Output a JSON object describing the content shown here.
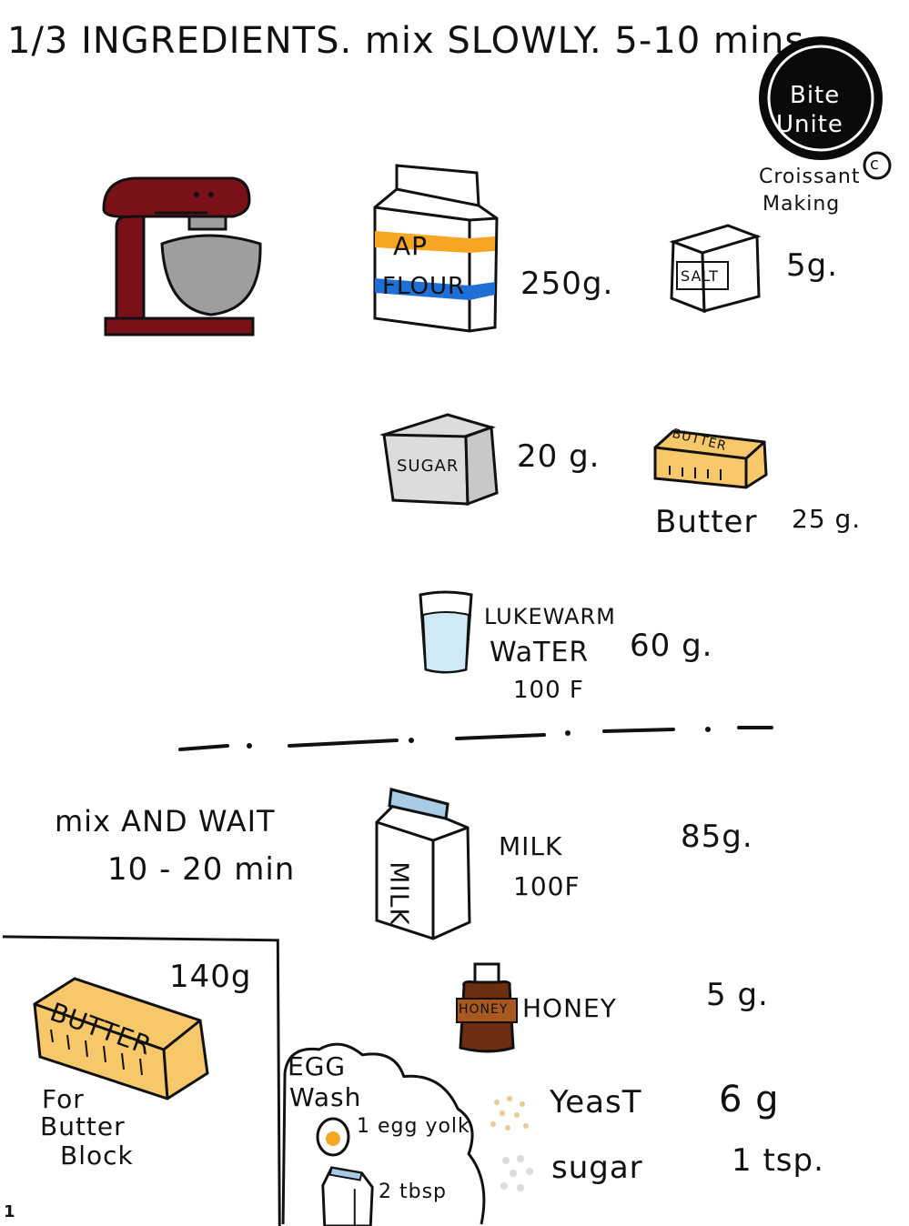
{
  "header": {
    "title": "1/3 INGREDIENTS. mix SLOWLY. 5-10 mins."
  },
  "logo": {
    "line1": "Bite",
    "line2": "Unite",
    "copyright": "c",
    "sub_line1": "Croissant",
    "sub_line2": "Making"
  },
  "section1": {
    "flour": {
      "line1": "AP",
      "line2": "FLOUR",
      "amount": "250g."
    },
    "salt": {
      "label": "SALT",
      "amount": "5g."
    },
    "sugar": {
      "label": "SUGAR",
      "amount": "20 g."
    },
    "butter": {
      "pack_label": "BUTTER",
      "label": "Butter",
      "amount": "25 g."
    },
    "water": {
      "line1": "LUKEWARM",
      "line2": "WaTER",
      "temp": "100 F",
      "amount": "60 g."
    }
  },
  "section2": {
    "instruction_line1": "mix AND WAIT",
    "instruction_line2": "10 - 20 min",
    "milk": {
      "carton_label": "MILK",
      "label": "MILK",
      "temp": "100F",
      "amount": "85g."
    },
    "honey": {
      "jar_label": "HONEY",
      "label": "HONEY",
      "amount": "5 g."
    },
    "yeast": {
      "label": "YeasT",
      "amount": "6 g"
    },
    "sugar": {
      "label": "sugar",
      "amount": "1 tsp."
    }
  },
  "butter_block": {
    "pack_label": "BUTTER",
    "amount": "140g",
    "line1": "For",
    "line2": "Butter",
    "line3": "Block"
  },
  "egg_wash": {
    "title_line1": "EGG",
    "title_line2": "Wash",
    "item1": "1 egg yolk",
    "item2": "2 tbsp"
  },
  "page_number": "1",
  "colors": {
    "mixer": "#7a1118",
    "bowl": "#9e9e9e",
    "flour_orange": "#f5a623",
    "flour_blue": "#1f6fd6",
    "butter": "#f7c86a",
    "water": "#cfe9f7",
    "honey": "#6b2e10",
    "logo_bg": "#0a0a0a"
  }
}
